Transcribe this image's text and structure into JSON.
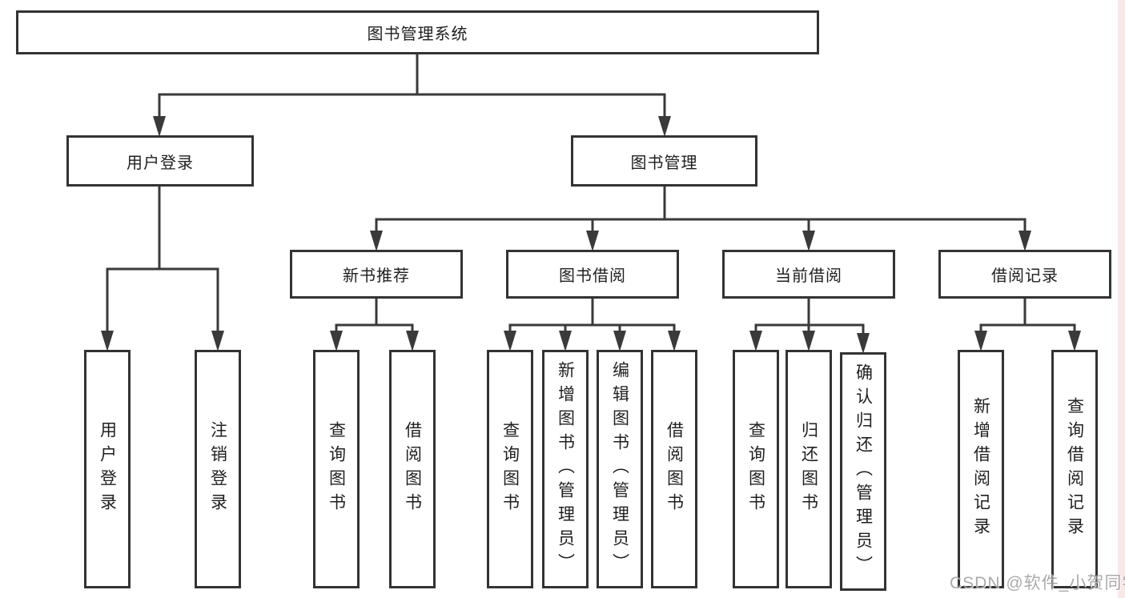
{
  "diagram": {
    "watermark": "CSDN @软件_小贺同学",
    "colors": {
      "line": "#3a3a3a",
      "box_border": "#333333",
      "background": "#ffffff",
      "watermark_text": "#9f9f9f",
      "right_edge_strip": "#f9e8e8"
    },
    "tree": {
      "root": {
        "label": "图书管理系统"
      },
      "branches": [
        {
          "label": "用户登录",
          "children": [
            {
              "label": "用户登录"
            },
            {
              "label": "注销登录"
            }
          ]
        },
        {
          "label": "图书管理",
          "children": [
            {
              "label": "新书推荐",
              "children": [
                {
                  "label": "查询图书"
                },
                {
                  "label": "借阅图书"
                }
              ]
            },
            {
              "label": "图书借阅",
              "children": [
                {
                  "label": "查询图书"
                },
                {
                  "label": "新增图书（管理员）"
                },
                {
                  "label": "编辑图书（管理员）"
                },
                {
                  "label": "借阅图书"
                }
              ]
            },
            {
              "label": "当前借阅",
              "children": [
                {
                  "label": "查询图书"
                },
                {
                  "label": "归还图书"
                },
                {
                  "label": "确认归还（管理员）"
                }
              ]
            },
            {
              "label": "借阅记录",
              "children": [
                {
                  "label": "新增借阅记录"
                },
                {
                  "label": "查询借阅记录"
                }
              ]
            }
          ]
        }
      ]
    }
  }
}
